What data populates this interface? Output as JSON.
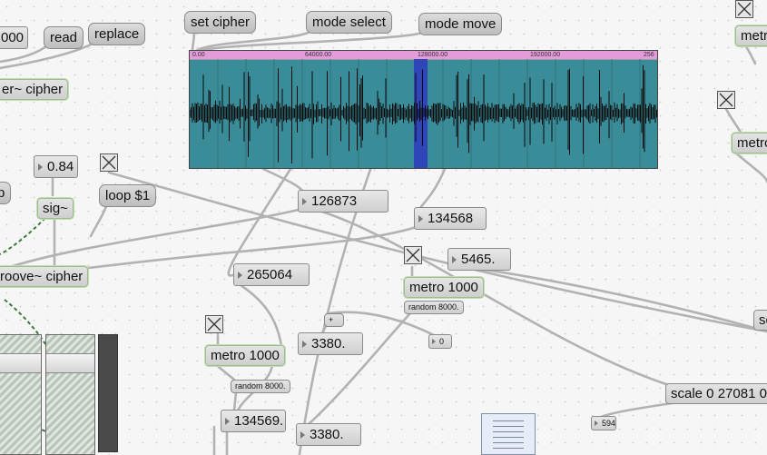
{
  "objects": {
    "msg_set_cipher": "set cipher",
    "msg_mode_select": "mode select",
    "msg_mode_move": "mode move",
    "msg_read": "read",
    "msg_replace": "replace",
    "num_000": "000",
    "obj_buffer_partial": "er~ cipher",
    "num_084": "0.84",
    "msg_p": "p",
    "obj_sig": "sig~",
    "msg_loop": "loop $1",
    "obj_groove_partial": "roove~ cipher",
    "num_126873": "126873",
    "num_134568": "134568",
    "num_5465": "5465.",
    "num_265064": "265064",
    "obj_metro_mid": "metro 1000",
    "obj_random_mid": "random 8000.",
    "obj_plus": "+",
    "num_3380_a": "3380.",
    "num_zero": "0",
    "obj_metro_left": "metro 1000",
    "obj_random_left": "random 8000.",
    "num_134569": "134569.",
    "num_3380_b": "3380.",
    "obj_scale": "scale 0 27081 0",
    "num_594": "594",
    "obj_metro_right_top": "metro",
    "obj_metro_right_mid": "metro",
    "obj_sc_partial": "sc"
  },
  "waveform": {
    "ruler_labels": [
      "0.00",
      "64000.00",
      "128000.00",
      "192000.00",
      "256"
    ],
    "wave_color": "#3a8c98",
    "ruler_color": "#e39bd9",
    "selection_color": "#3046b8"
  }
}
